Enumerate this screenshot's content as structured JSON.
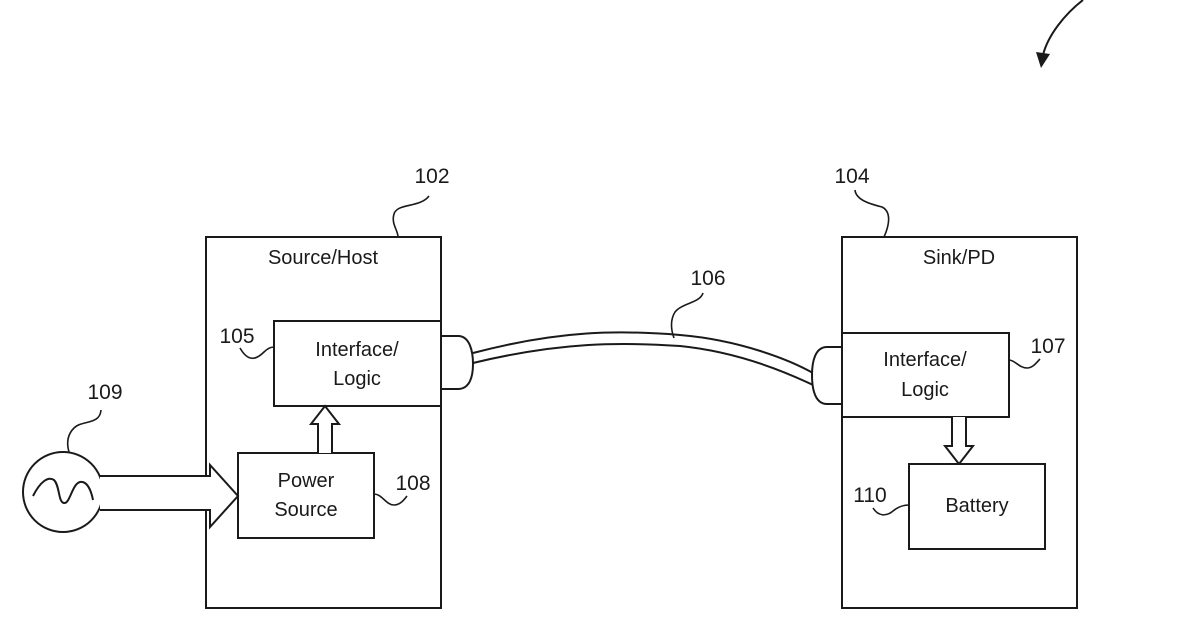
{
  "diagram": {
    "type": "block-diagram",
    "figure_arrow": "curved-arrow-icon",
    "source_host": {
      "ref": "102",
      "title": "Source/Host",
      "interface_logic": {
        "ref": "105",
        "line1": "Interface/",
        "line2": "Logic"
      },
      "power_source": {
        "ref": "108",
        "line1": "Power",
        "line2": "Source"
      }
    },
    "cable": {
      "ref": "106"
    },
    "ac_source": {
      "ref": "109",
      "icon": "ac-sine-wave-icon"
    },
    "sink_pd": {
      "ref": "104",
      "title": "Sink/PD",
      "interface_logic": {
        "ref": "107",
        "line1": "Interface/",
        "line2": "Logic"
      },
      "battery": {
        "ref": "110",
        "label": "Battery"
      }
    },
    "connections": [
      {
        "from": "ac_source",
        "to": "power_source",
        "kind": "hollow-arrow"
      },
      {
        "from": "power_source",
        "to": "source_interface_logic",
        "kind": "hollow-arrow"
      },
      {
        "from": "source_interface_logic",
        "to": "sink_interface_logic",
        "kind": "cable"
      },
      {
        "from": "sink_interface_logic",
        "to": "battery",
        "kind": "hollow-arrow"
      }
    ]
  }
}
